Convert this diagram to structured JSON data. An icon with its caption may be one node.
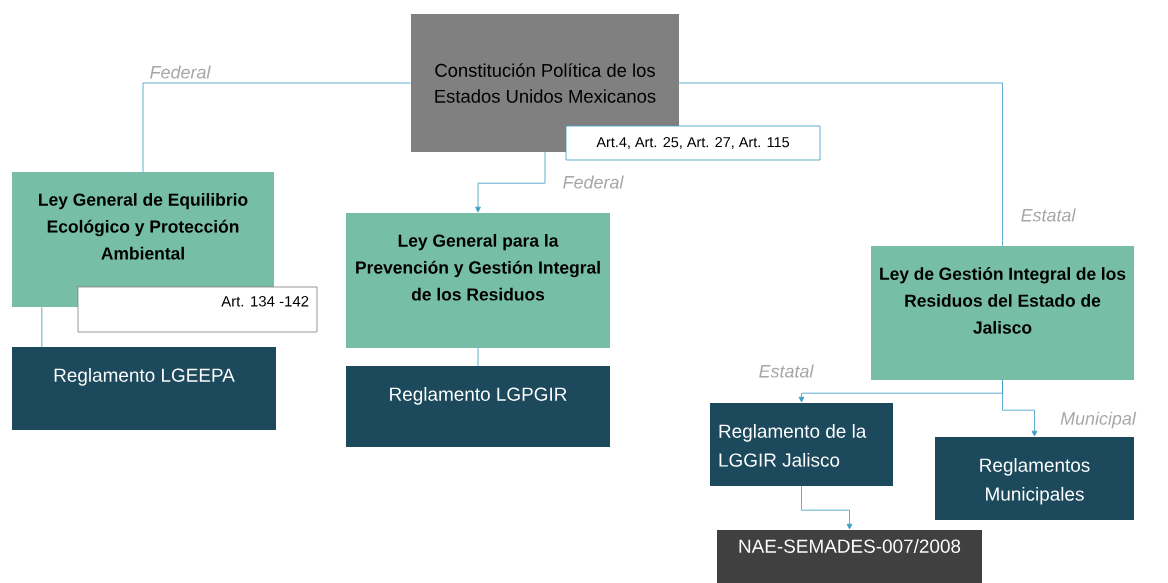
{
  "diagram": {
    "nodes": [
      {
        "text": [
          "Constitución Política de los Estados Unidos Mexicanos"
        ]
      },
      {
        "text": [
          "Art.4,  Art. 25, Art. 27, Art. 115"
        ]
      },
      {
        "text": [
          "Ley General de Equilibrio Ecológico y Protección Ambiental"
        ]
      },
      {
        "text": [
          "Art. 134 -142"
        ]
      },
      {
        "text": [
          "Reglamento LGEEPA"
        ]
      },
      {
        "text": [
          "Ley General para la Prevención y Gestión Integral de los Residuos"
        ]
      },
      {
        "text": [
          "Reglamento LGPGIR"
        ]
      },
      {
        "text": [
          "Ley de Gestión Integral de los Residuos del Estado de Jalisco"
        ]
      },
      {
        "text": [
          "Reglamento de la LGGIR Jalisco"
        ]
      },
      {
        "text": [
          "Reglamentos Municipales"
        ]
      },
      {
        "text": [
          "NAE-SEMADES-007/2008"
        ]
      }
    ],
    "edges": [
      {
        "from": 0,
        "to": 2,
        "arrow": "none",
        "label": "Federal"
      },
      {
        "from": 0,
        "to": 5,
        "arrow": "to",
        "label": "Federal"
      },
      {
        "from": 0,
        "to": 7,
        "arrow": "none",
        "label": "Estatal"
      },
      {
        "from": 2,
        "to": 4,
        "arrow": "none"
      },
      {
        "from": 5,
        "to": 6,
        "arrow": "none"
      },
      {
        "from": 7,
        "to": 8,
        "arrow": "to",
        "label": "Estatal"
      },
      {
        "from": 7,
        "to": 9,
        "arrow": "to",
        "label": "Municipal"
      },
      {
        "from": 8,
        "to": 10,
        "arrow": "to"
      }
    ]
  }
}
